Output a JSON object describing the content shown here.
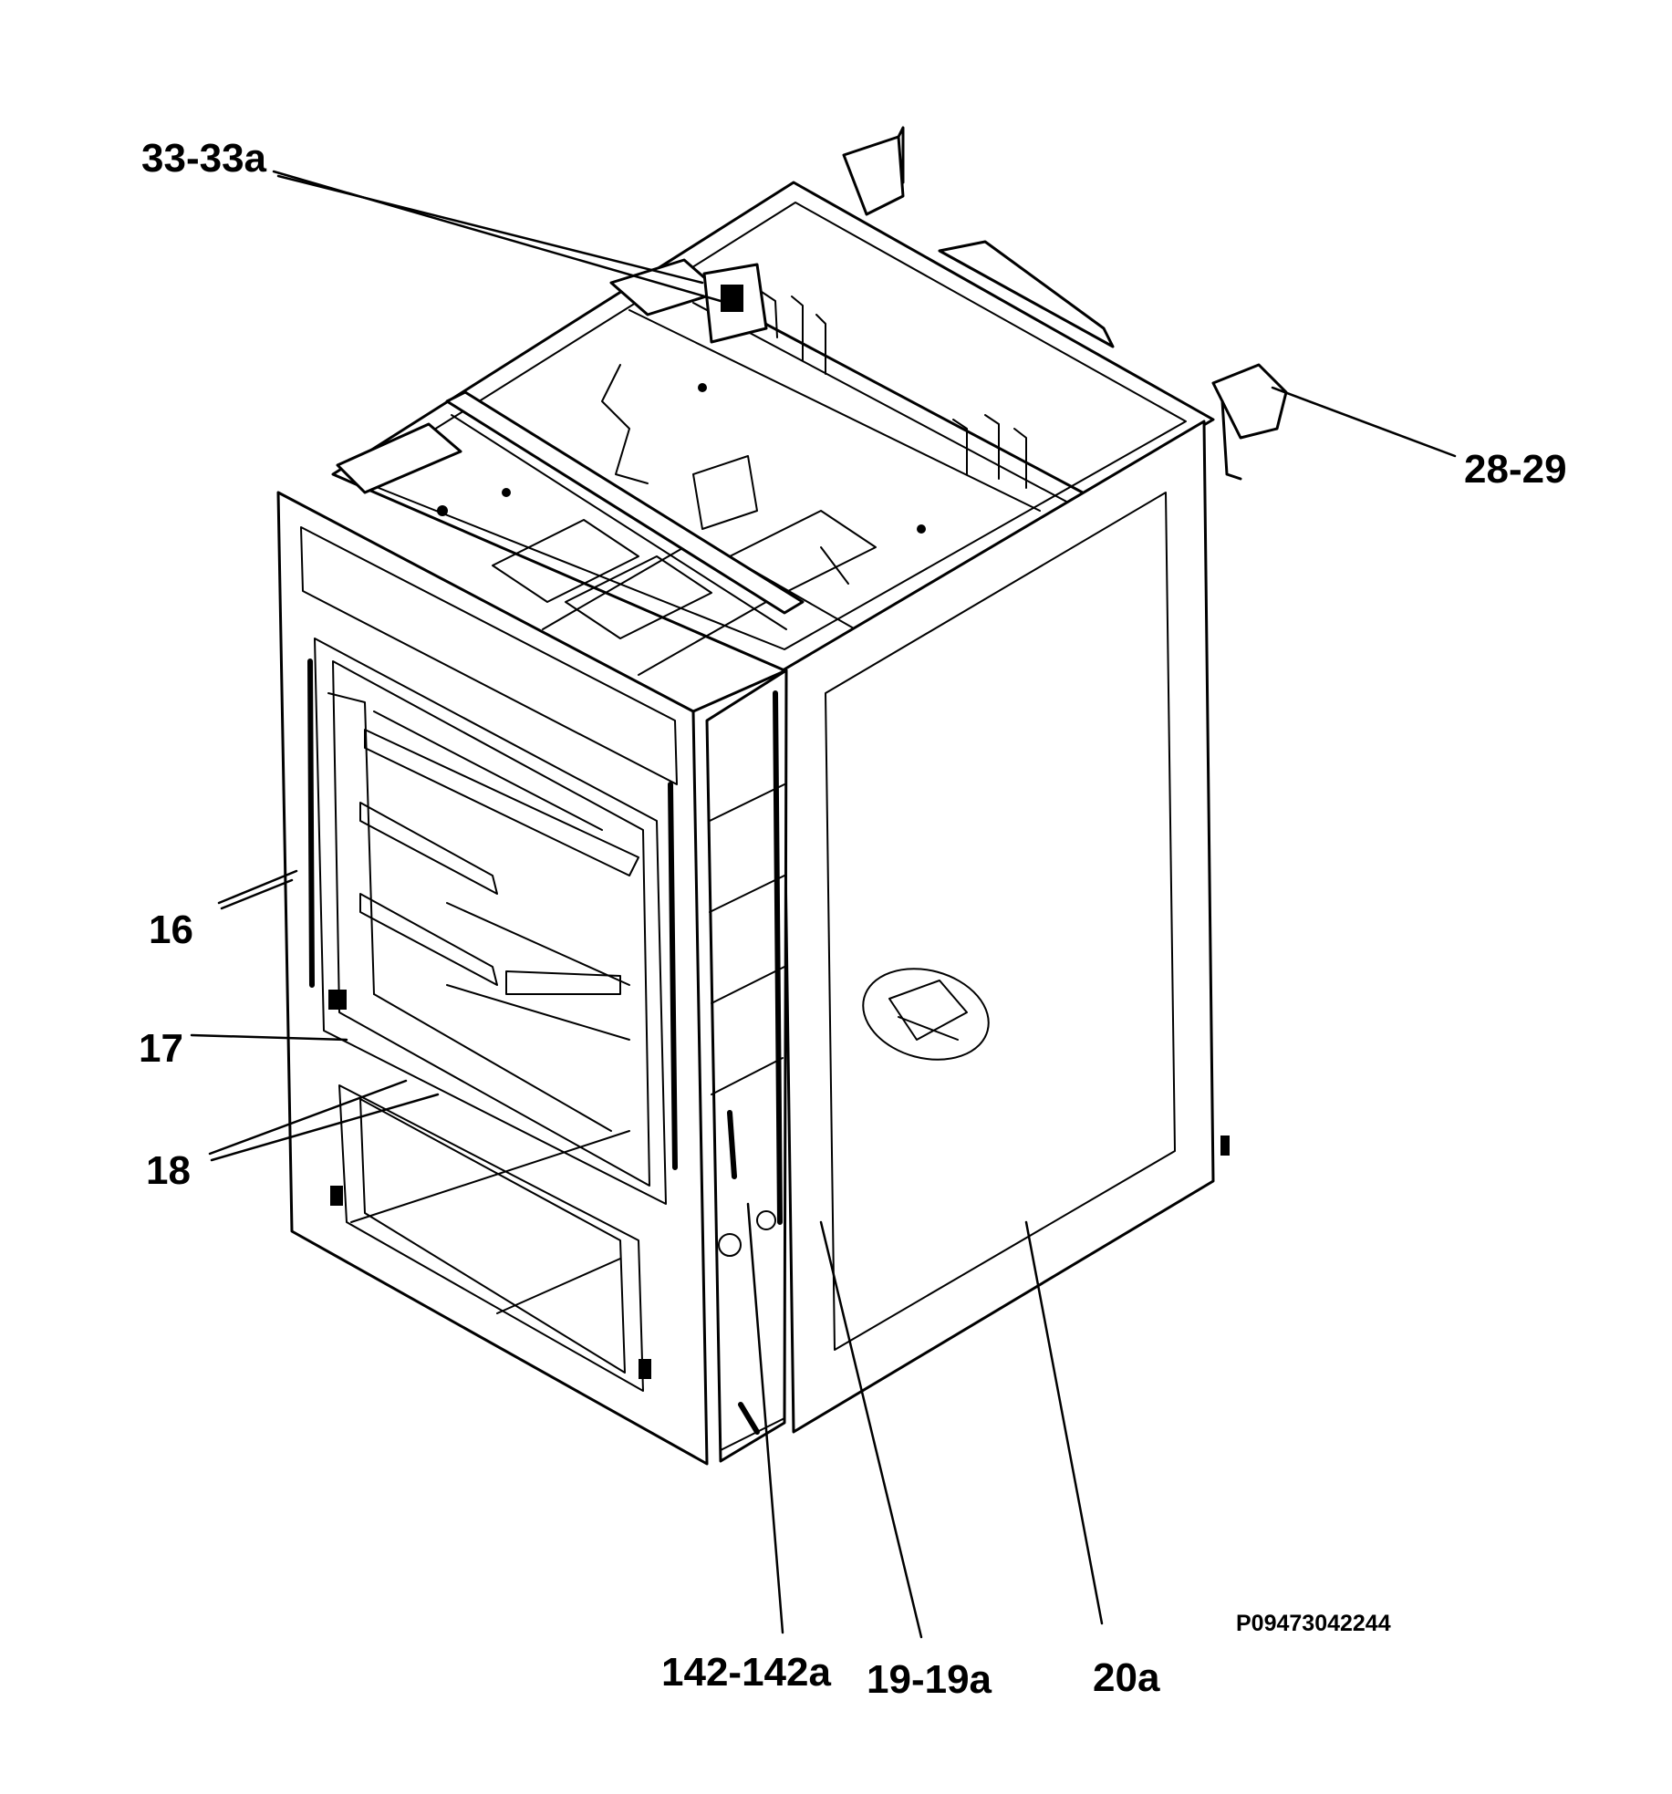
{
  "callouts": [
    {
      "id": "33-33a",
      "text": "33-33a"
    },
    {
      "id": "28-29",
      "text": "28-29"
    },
    {
      "id": "16",
      "text": "16"
    },
    {
      "id": "17",
      "text": "17"
    },
    {
      "id": "18",
      "text": "18"
    },
    {
      "id": "142-142a",
      "text": "142-142a"
    },
    {
      "id": "19-19a",
      "text": "19-19a"
    },
    {
      "id": "20a",
      "text": "20a"
    }
  ],
  "drawing_code": "P09473042244",
  "colors": {
    "line": "#000000",
    "background": "#ffffff"
  }
}
